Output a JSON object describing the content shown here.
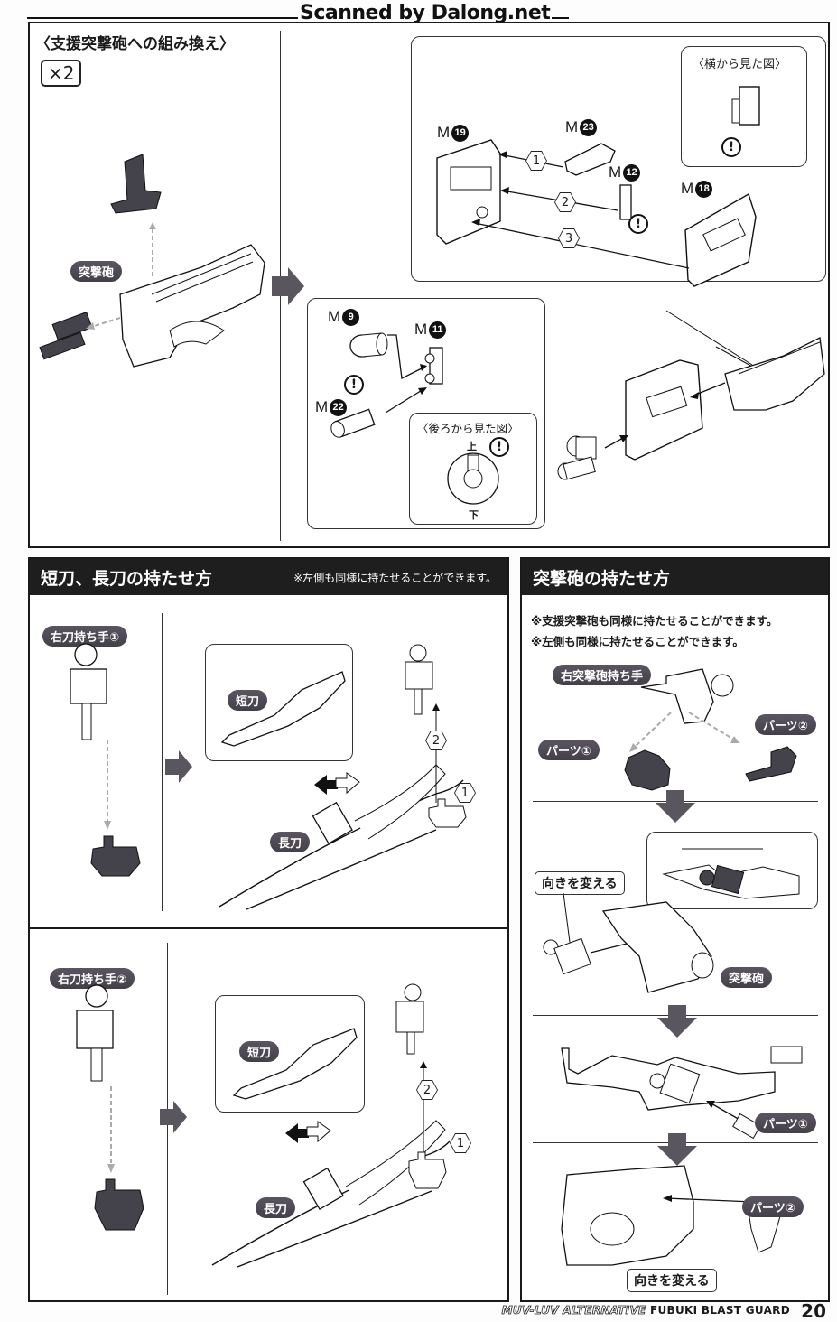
{
  "watermark": "Scanned by Dalong.net",
  "top_section": {
    "title": "〈支援突撃砲への組み換え〉",
    "multiplier": "×2",
    "label_assault_cannon": "突撃砲",
    "parts_step": {
      "parts": [
        {
          "prefix": "M",
          "number": "19"
        },
        {
          "prefix": "M",
          "number": "23"
        },
        {
          "prefix": "M",
          "number": "12"
        },
        {
          "prefix": "M",
          "number": "18"
        }
      ],
      "steps": [
        "1",
        "2",
        "3"
      ],
      "side_view_title": "〈横から見た図〉",
      "warning_symbol": "!"
    },
    "barrel_step": {
      "parts": [
        {
          "prefix": "M",
          "number": "9"
        },
        {
          "prefix": "M",
          "number": "11"
        },
        {
          "prefix": "M",
          "number": "22"
        }
      ],
      "rear_view_title": "〈後ろから見た図〉",
      "rear_view_top": "上",
      "rear_view_bottom": "下",
      "warning_symbol": "!"
    }
  },
  "blade_section": {
    "title": "短刀、長刀の持たせ方",
    "note": "※左側も同様に持たせることができます。",
    "rows": [
      {
        "hand_label": "右刀持ち手①",
        "short_blade": "短刀",
        "long_blade": "長刀",
        "steps": [
          "1",
          "2"
        ]
      },
      {
        "hand_label": "右刀持ち手②",
        "short_blade": "短刀",
        "long_blade": "長刀",
        "steps": [
          "1",
          "2"
        ]
      }
    ]
  },
  "cannon_section": {
    "title": "突撃砲の持たせ方",
    "notes": [
      "※支援突撃砲も同様に持たせることができます。",
      "※左側も同様に持たせることができます。"
    ],
    "hand_label": "右突撃砲持ち手",
    "part1_label": "パーツ①",
    "part2_label": "パーツ②",
    "rotate_label": "向きを変える",
    "cannon_label": "突撃砲",
    "step3_part": "パーツ①",
    "step4_part": "パーツ②",
    "step4_rotate": "向きを変える"
  },
  "footer": {
    "series": "MUV-LUV ALTERNATIVE",
    "product": "FUBUKI BLAST GUARD",
    "page_number": "20"
  }
}
